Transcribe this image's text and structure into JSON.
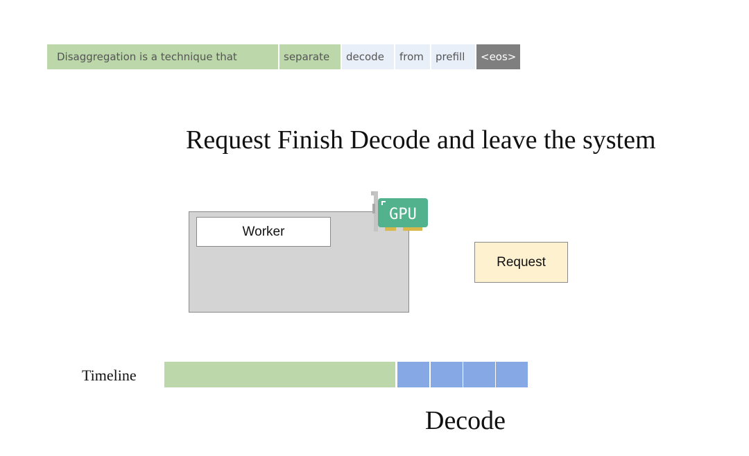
{
  "tokens": [
    {
      "text": "Disaggregation is a technique that",
      "style": "green"
    },
    {
      "text": "separate",
      "style": "green"
    },
    {
      "text": "decode",
      "style": "light"
    },
    {
      "text": "from",
      "style": "light"
    },
    {
      "text": "prefill",
      "style": "light"
    },
    {
      "text": "<eos>",
      "style": "eos"
    }
  ],
  "title": "Request Finish Decode and leave the system",
  "worker": {
    "label": "Worker"
  },
  "gpu": {
    "label": "GPU",
    "icon": "gpu-card-icon",
    "color": "#4caf8e"
  },
  "request": {
    "label": "Request"
  },
  "timeline": {
    "label": "Timeline",
    "prefill_color": "#bcd8aa",
    "decode_color": "#86a8e4",
    "decode_segments": 4
  },
  "phase_label": "Decode"
}
